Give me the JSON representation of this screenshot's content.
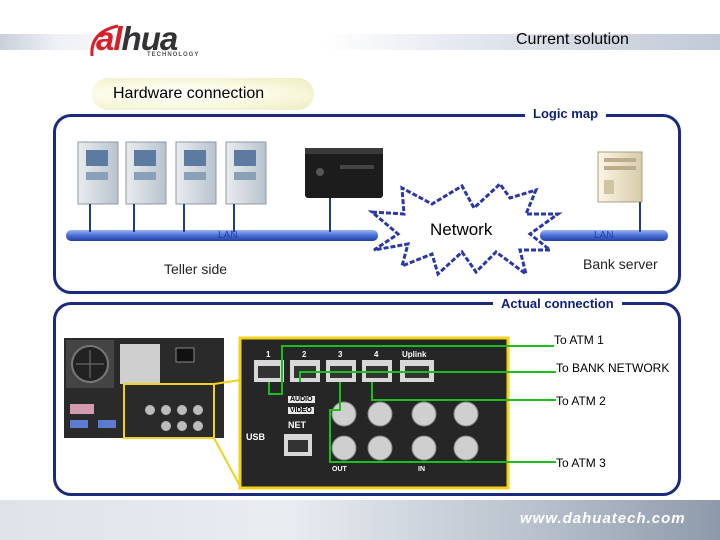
{
  "header": {
    "logo_text_a": "a",
    "logo_text_rest": "hua",
    "logo_letter_l": "l",
    "logo_sub": "TECHNOLOGY",
    "title": "Current solution"
  },
  "hardware": {
    "label": "Hardware connection"
  },
  "logic_map": {
    "label": "Logic map",
    "lan_left": "LAN",
    "lan_right": "LAN",
    "network": "Network",
    "teller_side": "Teller side",
    "bank_server": "Bank server"
  },
  "actual": {
    "label": "Actual connection",
    "port_labels": [
      "1",
      "2",
      "3",
      "4",
      "Uplink"
    ],
    "panel_labels": {
      "audio": "AUDIO",
      "video": "VIDEO",
      "net": "NET",
      "usb": "USB",
      "out": "OUT",
      "in": "IN"
    },
    "connections": [
      "To ATM 1",
      "To BANK NETWORK",
      "To ATM 2",
      "To ATM 3"
    ]
  },
  "footer": {
    "url": "www.dahuatech.com"
  },
  "colors": {
    "box_border": "#1a2a7c",
    "lan_bar": "#4a6fd8",
    "cable_green": "#1bbf1b",
    "highlight_yellow": "#f2d21a"
  }
}
